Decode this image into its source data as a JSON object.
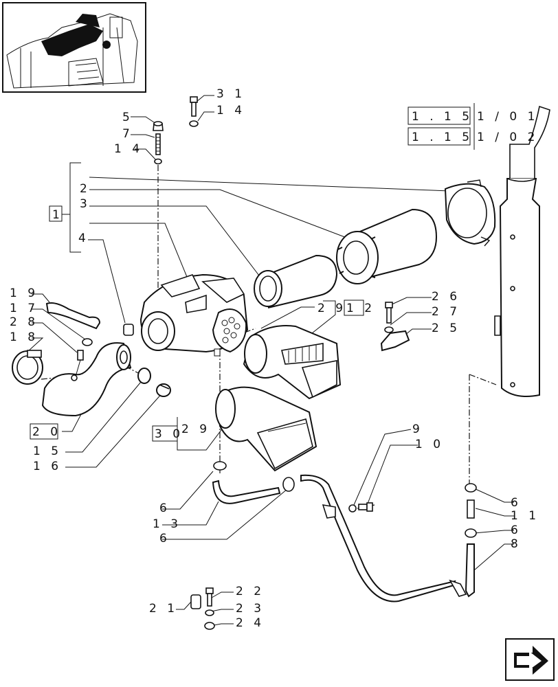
{
  "callouts": {
    "c31": "3 1",
    "c14a": "1 4",
    "c5": "5",
    "c7": "7",
    "c14b": "1 4",
    "c2": "2",
    "c3": "3",
    "c1": "1",
    "c4": "4",
    "c19": "1 9",
    "c17": "1 7",
    "c28": "2 8",
    "c18": "1 8",
    "c20": "2 0",
    "c15": "1 5",
    "c16": "1 6",
    "c29a": "2 9",
    "c12": "1 2",
    "c26": "2 6",
    "c27": "2 7",
    "c25": "2 5",
    "c30": "3 0",
    "c29b": "2 9",
    "c9": "9",
    "c10": "1 0",
    "c6a": "6",
    "c13": "1 3",
    "c6b": "6",
    "c6c": "6",
    "c11": "1 1",
    "c6d": "6",
    "c8": "8",
    "c22": "2 2",
    "c21": "2 1",
    "c23": "2 3",
    "c24": "2 4"
  },
  "references": {
    "ref1_box": "1 . 1 5",
    "ref1_page": "1 / 0 1",
    "ref2_box": "1 . 1 5",
    "ref2_page": "1 / 0 2"
  },
  "icons": {
    "thumbnail": "engine-location-thumbnail-icon",
    "next_page": "next-page-arrow-icon"
  }
}
